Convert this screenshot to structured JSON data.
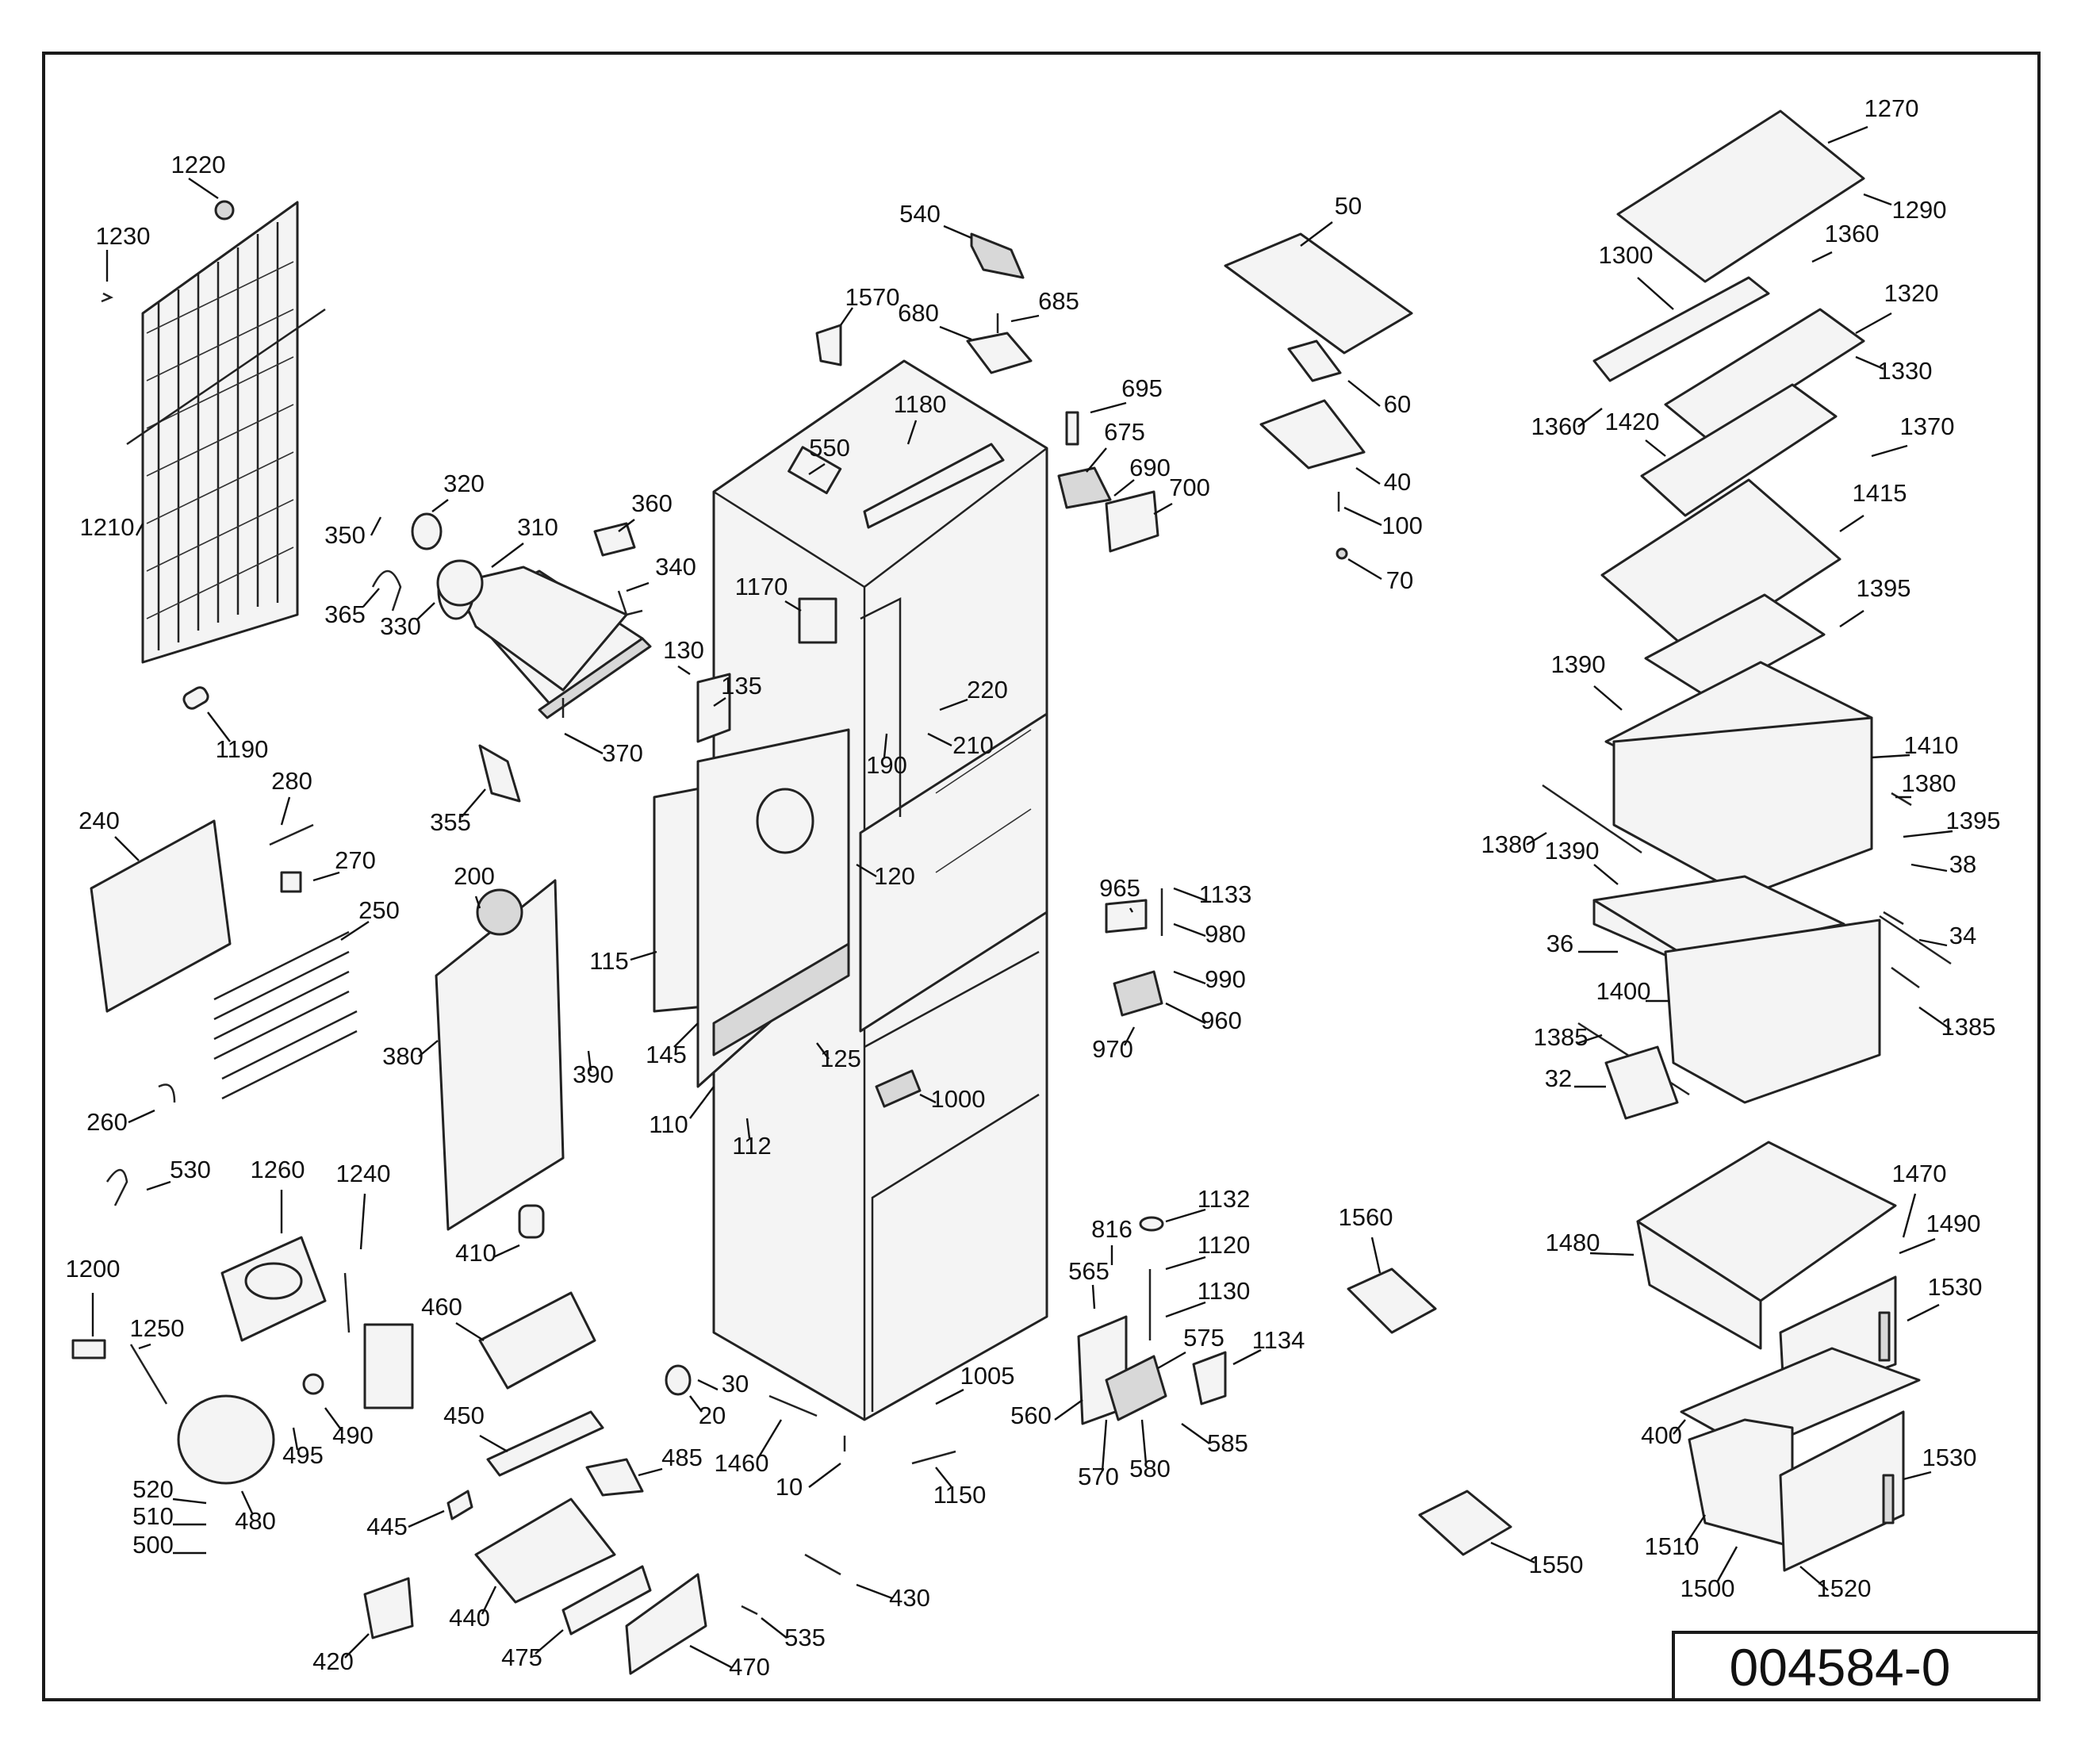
{
  "diagram": {
    "document_number": "004584-0",
    "callouts": [
      "1220",
      "1230",
      "1210",
      "1190",
      "320",
      "350",
      "310",
      "360",
      "365",
      "330",
      "340",
      "130",
      "135",
      "370",
      "540",
      "685",
      "1570",
      "680",
      "550",
      "1180",
      "695",
      "675",
      "690",
      "700",
      "50",
      "60",
      "40",
      "100",
      "70",
      "1170",
      "220",
      "210",
      "190",
      "240",
      "280",
      "270",
      "250",
      "260",
      "355",
      "200",
      "380",
      "390",
      "115",
      "145",
      "120",
      "125",
      "110",
      "112",
      "1000",
      "965",
      "1133",
      "980",
      "990",
      "960",
      "970",
      "530",
      "1260",
      "1240",
      "1200",
      "1250",
      "495",
      "490",
      "480",
      "520",
      "510",
      "500",
      "410",
      "460",
      "450",
      "445",
      "485",
      "440",
      "420",
      "475",
      "470",
      "535",
      "30",
      "20",
      "1460",
      "10",
      "1005",
      "1150",
      "430",
      "816",
      "565",
      "1132",
      "1120",
      "1130",
      "575",
      "1134",
      "560",
      "570",
      "580",
      "585",
      "1560",
      "1550",
      "1270",
      "1290",
      "1360",
      "1300",
      "1320",
      "1330",
      "1420",
      "1370",
      "1415",
      "1395",
      "1390",
      "1410",
      "1380",
      "38",
      "36",
      "34",
      "1400",
      "1385",
      "32",
      "1470",
      "1480",
      "1490",
      "1530",
      "400",
      "1510",
      "1500",
      "1520"
    ]
  }
}
